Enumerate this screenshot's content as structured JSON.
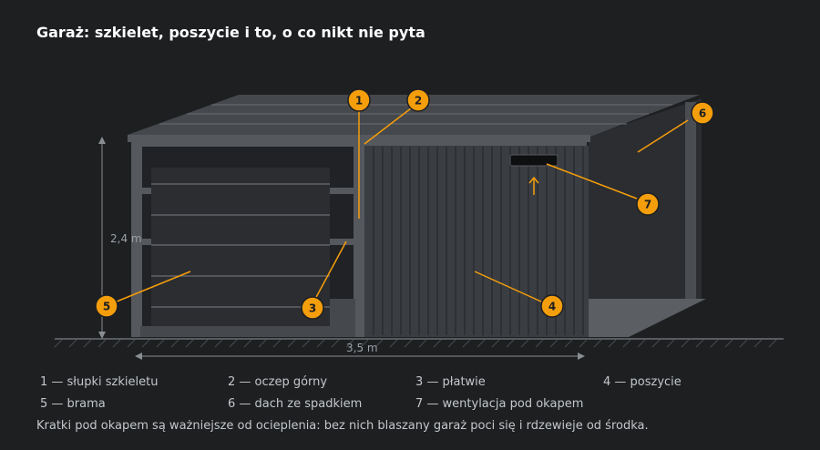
{
  "title": "Garaż: szkielet, poszycie i to, o co nikt nie pyta",
  "dimensions": {
    "height": "2,4 m",
    "width": "3,5 m"
  },
  "callouts": [
    "1",
    "2",
    "3",
    "4",
    "5",
    "6",
    "7"
  ],
  "legend": [
    "1 — słupki szkieletu",
    "2 — oczep górny",
    "3 — płatwie",
    "4 — poszycie",
    "5 — brama",
    "6 — dach ze spadkiem",
    "7 — wentylacja pod okapem"
  ],
  "note": "Kratki pod okapem są ważniejsze od ocieplenia: bez nich blaszany garaż poci się i rdzewieje od środka.",
  "colors": {
    "accent": "#f59e0b",
    "background": "#1d1f21",
    "cladding": "#3a3d42",
    "frame": "#55585d"
  }
}
